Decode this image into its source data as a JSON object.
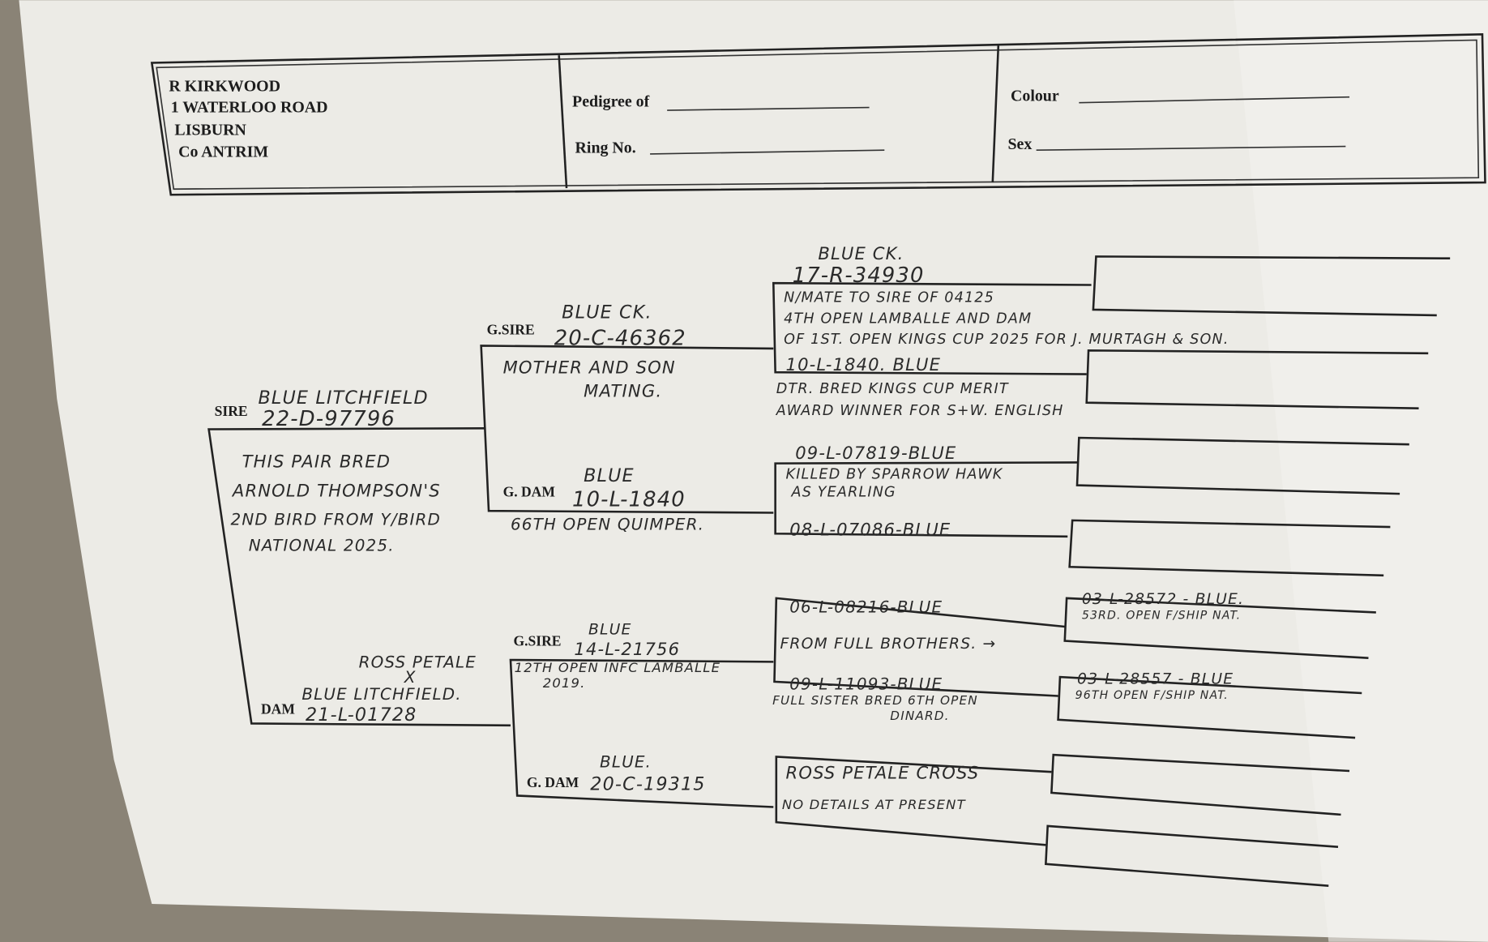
{
  "header": {
    "owner": [
      "R KIRKWOOD",
      "1 WATERLOO ROAD",
      "LISBURN",
      "Co ANTRIM"
    ],
    "pedigree_of_label": "Pedigree of",
    "ring_no_label": "Ring No.",
    "colour_label": "Colour",
    "sex_label": "Sex"
  },
  "labels": {
    "sire": "SIRE",
    "dam": "DAM",
    "gsire": "G.SIRE",
    "gdam": "G. DAM"
  },
  "sire": {
    "name": "BLUE LITCHFIELD",
    "ring": "22-D-97796",
    "notes": [
      "THIS PAIR BRED",
      "ARNOLD THOMPSON'S",
      "2ND BIRD FROM Y/BIRD",
      "NATIONAL 2025."
    ]
  },
  "sire_gsire": {
    "name": "BLUE CK.",
    "ring": "20-C-46362",
    "notes": [
      "MOTHER AND SON",
      "MATING."
    ]
  },
  "sire_gdam": {
    "name": "BLUE",
    "ring": "10-L-1840",
    "notes": [
      "66TH OPEN QUIMPER."
    ]
  },
  "sire_gsire_sire": {
    "name": "BLUE CK.",
    "ring": "17-R-34930",
    "notes": [
      "N/MATE TO SIRE OF 04125",
      "4TH OPEN LAMBALLE AND DAM",
      "OF 1ST. OPEN KINGS CUP 2025 FOR J. MURTAGH & SON."
    ]
  },
  "sire_gsire_dam": {
    "ring": "10-L-1840. BLUE",
    "notes": [
      "DTR. BRED KINGS CUP MERIT",
      "AWARD WINNER FOR S+W. ENGLISH"
    ]
  },
  "sire_gdam_sire": {
    "ring": "09-L-07819-BLUE",
    "notes": [
      "KILLED BY SPARROW HAWK",
      "AS YEARLING"
    ]
  },
  "sire_gdam_dam": {
    "ring": "08-L-07086-BLUE"
  },
  "dam": {
    "cross": [
      "ROSS PETALE",
      "X",
      "BLUE LITCHFIELD."
    ],
    "ring": "21-L-01728"
  },
  "dam_gsire": {
    "name": "BLUE",
    "ring": "14-L-21756",
    "notes": [
      "12TH OPEN INFC LAMBALLE",
      "2019."
    ]
  },
  "dam_gdam": {
    "name": "BLUE.",
    "ring": "20-C-19315"
  },
  "dam_gsire_sire": {
    "ring": "06-L-08216-BLUE",
    "notes": [
      "FROM FULL BROTHERS. →"
    ]
  },
  "dam_gsire_dam": {
    "ring": "09-L-11093-BLUE",
    "notes": [
      "FULL SISTER BRED 6TH OPEN",
      "DINARD."
    ]
  },
  "dam_gdam_sire": {
    "notes": [
      "ROSS PETALE CROSS",
      "NO DETAILS AT PRESENT"
    ]
  },
  "gen4": {
    "a": {
      "ring": "03-L-28572 - BLUE.",
      "note": "53RD. OPEN F/SHIP NAT."
    },
    "b": {
      "ring": "03-L-28557 - BLUE",
      "note": "96TH OPEN F/SHIP NAT."
    }
  }
}
